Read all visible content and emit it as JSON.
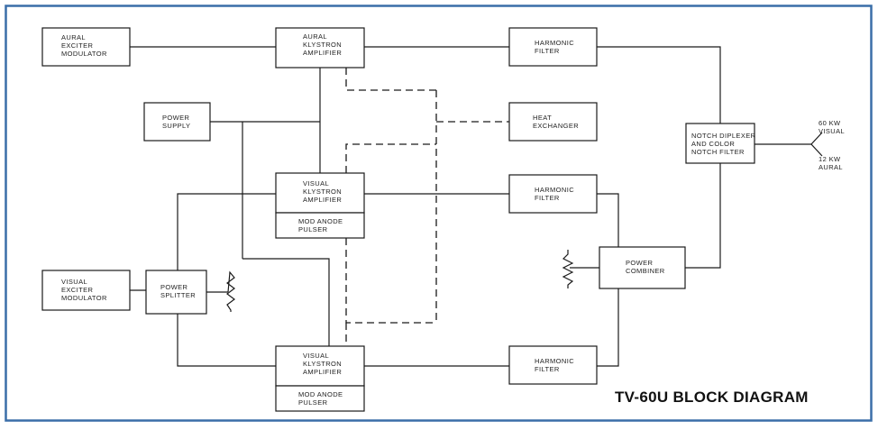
{
  "diagram": {
    "title": "TV-60U BLOCK DIAGRAM",
    "colors": {
      "border": "#3a6ea8",
      "stroke": "#1a1a1a",
      "background": "#ffffff"
    },
    "blocks": {
      "aural_exciter": [
        "AURAL",
        "EXCITER",
        "MODULATOR"
      ],
      "aural_klystron": [
        "AURAL",
        "KLYSTRON",
        "AMPLIFIER"
      ],
      "harmonic_filter_1": [
        "HARMONIC",
        "FILTER"
      ],
      "power_supply": [
        "POWER",
        "SUPPLY"
      ],
      "heat_exchanger": [
        "HEAT",
        "EXCHANGER"
      ],
      "notch_diplexer": [
        "NOTCH DIPLEXER",
        "AND COLOR",
        "NOTCH FILTER"
      ],
      "visual_klystron_1": [
        "VISUAL",
        "KLYSTRON",
        "AMPLIFIER"
      ],
      "mod_anode_pulser_1": [
        "MOD ANODE",
        "PULSER"
      ],
      "harmonic_filter_2": [
        "HARMONIC",
        "FILTER"
      ],
      "power_combiner": [
        "POWER",
        "COMBINER"
      ],
      "visual_exciter": [
        "VISUAL",
        "EXCITER",
        "MODULATOR"
      ],
      "power_splitter": [
        "POWER",
        "SPLITTER"
      ],
      "visual_klystron_2": [
        "VISUAL",
        "KLYSTRON",
        "AMPLIFIER"
      ],
      "mod_anode_pulser_2": [
        "MOD ANODE",
        "PULSER"
      ],
      "harmonic_filter_3": [
        "HARMONIC",
        "FILTER"
      ]
    },
    "outputs": {
      "visual": [
        "60 KW",
        "VISUAL"
      ],
      "aural": [
        "12 KW",
        "AURAL"
      ]
    }
  }
}
